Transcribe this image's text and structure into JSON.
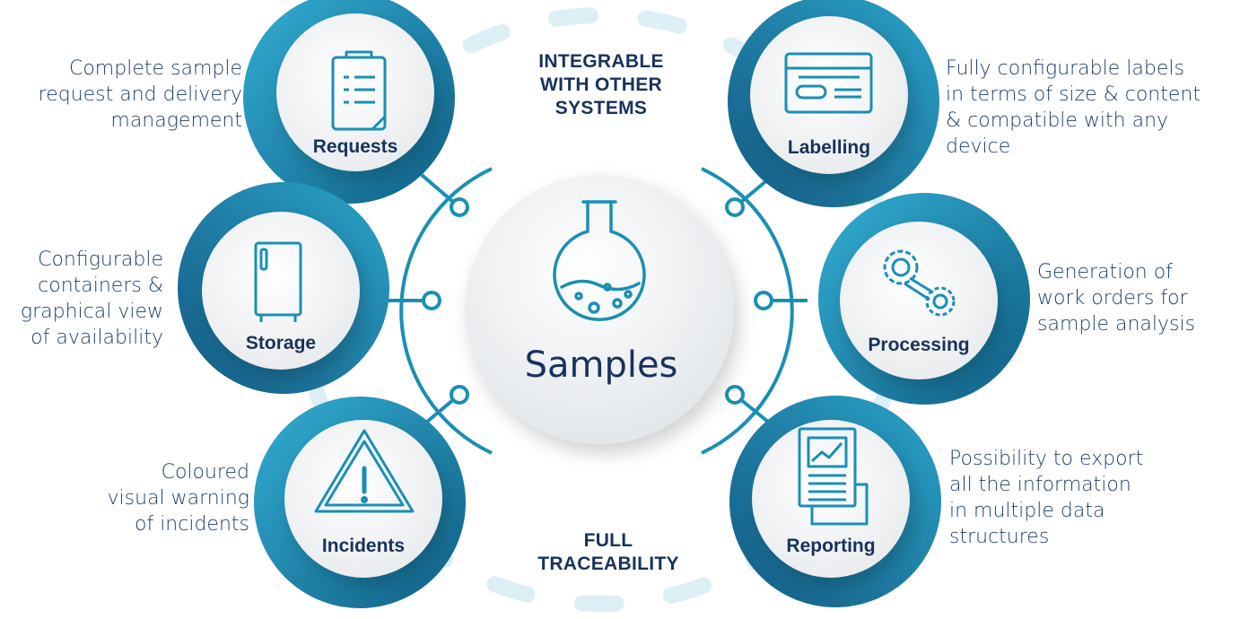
{
  "center": {
    "label": "Samples",
    "icon": "flask-icon"
  },
  "top_tag": {
    "lines": [
      "INTEGRABLE",
      "WITH OTHER",
      "SYSTEMS"
    ]
  },
  "bottom_tag": {
    "lines": [
      "FULL",
      "TRACEABILITY"
    ]
  },
  "nodes": {
    "requests": {
      "label": "Requests",
      "icon": "clipboard-icon",
      "desc": [
        "Complete sample",
        "request and delivery",
        "management"
      ]
    },
    "storage": {
      "label": "Storage",
      "icon": "fridge-icon",
      "desc": [
        "Configurable",
        "containers &",
        "graphical view",
        "of availability"
      ]
    },
    "incidents": {
      "label": "Incidents",
      "icon": "warning-icon",
      "desc": [
        "Coloured",
        "visual warning",
        "of incidents"
      ]
    },
    "labelling": {
      "label": "Labelling",
      "icon": "label-card-icon",
      "desc": [
        "Fully configurable labels",
        "in terms of size & content",
        "& compatible with any",
        "device"
      ]
    },
    "processing": {
      "label": "Processing",
      "icon": "gears-icon",
      "desc": [
        "Generation of",
        "work orders for",
        "sample analysis"
      ]
    },
    "reporting": {
      "label": "Reporting",
      "icon": "report-icon",
      "desc": [
        "Possibility to export",
        "all the information",
        "in multiple data",
        "structures"
      ]
    }
  },
  "colors": {
    "dark_teal": "#16688f",
    "mid_teal": "#1a8fb4",
    "light_teal": "#33aed3",
    "dash_ring": "#dceff5",
    "navy_text": "#17325c"
  }
}
